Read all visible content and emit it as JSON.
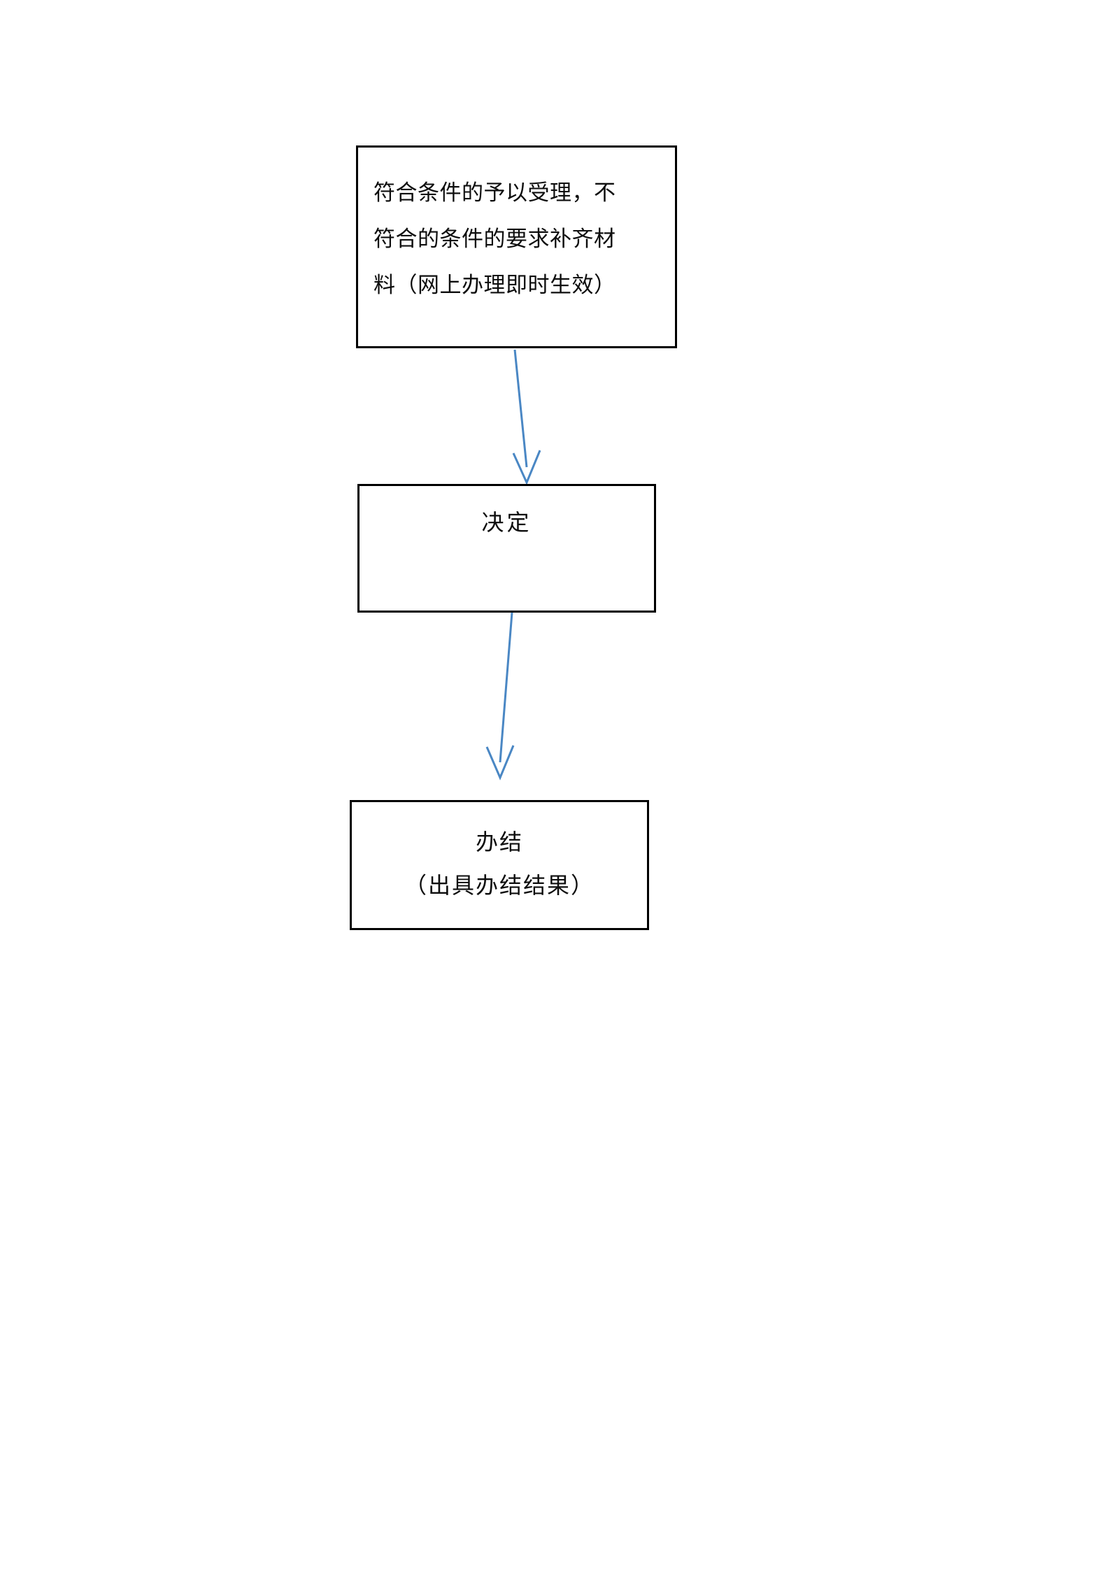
{
  "document": {
    "type": "flowchart",
    "orientation": "vertical",
    "background_color": "#FFFFFF",
    "node_border_color": "#000000",
    "node_text_color": "#0D0D0D",
    "connector_color": "#4A87C4"
  },
  "nodes": {
    "receive": {
      "name": "受理",
      "lines": [
        "符合条件的予以受理，不",
        "符合的条件的要求补齐材",
        "料（网上办理即时生效）"
      ],
      "full_text": "符合条件的予以受理，不符合的条件的要求补齐材料（网上办理即时生效）"
    },
    "decision": {
      "name": "决定",
      "lines": [
        "决定"
      ],
      "full_text": "决定"
    },
    "done": {
      "name": "办结",
      "lines": [
        "办结",
        "（出具办结结果）"
      ],
      "full_text": "办结（出具办结结果）"
    }
  },
  "connectors": [
    {
      "id": "arrow-receive-to-decision",
      "from": "receive",
      "to": "decision",
      "label": "",
      "color": "#4A87C4",
      "arrowhead": "open-v"
    },
    {
      "id": "arrow-decision-to-done",
      "from": "decision",
      "to": "done",
      "label": "",
      "color": "#4A87C4",
      "arrowhead": "open-v"
    }
  ]
}
